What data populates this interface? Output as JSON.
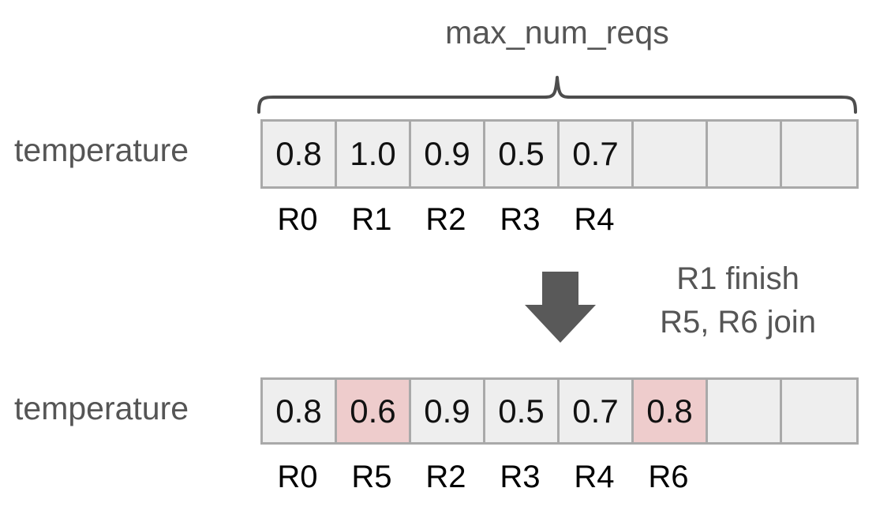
{
  "diagram": {
    "title": "max_num_reqs",
    "colors": {
      "cell_fill": "#eeeeee",
      "cell_border": "#a9a9a9",
      "highlight_fill": "#eecccc",
      "label_text": "#555555",
      "value_text": "#111111",
      "id_text": "#000000",
      "arrow_fill": "#595959",
      "brace_stroke": "#4d4d4d",
      "background": "#ffffff"
    },
    "brace_icon": "curly-brace-top-icon",
    "arrow_icon": "down-arrow-icon",
    "rows": [
      {
        "label": "temperature",
        "cells": [
          {
            "value": "0.8",
            "req_id": "R0",
            "highlight": false,
            "filled": true
          },
          {
            "value": "1.0",
            "req_id": "R1",
            "highlight": false,
            "filled": true
          },
          {
            "value": "0.9",
            "req_id": "R2",
            "highlight": false,
            "filled": true
          },
          {
            "value": "0.5",
            "req_id": "R3",
            "highlight": false,
            "filled": true
          },
          {
            "value": "0.7",
            "req_id": "R4",
            "highlight": false,
            "filled": true
          },
          {
            "value": "",
            "req_id": "",
            "highlight": false,
            "filled": false
          },
          {
            "value": "",
            "req_id": "",
            "highlight": false,
            "filled": false
          },
          {
            "value": "",
            "req_id": "",
            "highlight": false,
            "filled": false
          }
        ]
      },
      {
        "label": "temperature",
        "cells": [
          {
            "value": "0.8",
            "req_id": "R0",
            "highlight": false,
            "filled": true
          },
          {
            "value": "0.6",
            "req_id": "R5",
            "highlight": true,
            "filled": true
          },
          {
            "value": "0.9",
            "req_id": "R2",
            "highlight": false,
            "filled": true
          },
          {
            "value": "0.5",
            "req_id": "R3",
            "highlight": false,
            "filled": true
          },
          {
            "value": "0.7",
            "req_id": "R4",
            "highlight": false,
            "filled": true
          },
          {
            "value": "0.8",
            "req_id": "R6",
            "highlight": true,
            "filled": true
          },
          {
            "value": "",
            "req_id": "",
            "highlight": false,
            "filled": false
          },
          {
            "value": "",
            "req_id": "",
            "highlight": false,
            "filled": false
          }
        ]
      }
    ],
    "transition": {
      "line1": "R1 finish",
      "line2": "R5, R6 join"
    }
  }
}
